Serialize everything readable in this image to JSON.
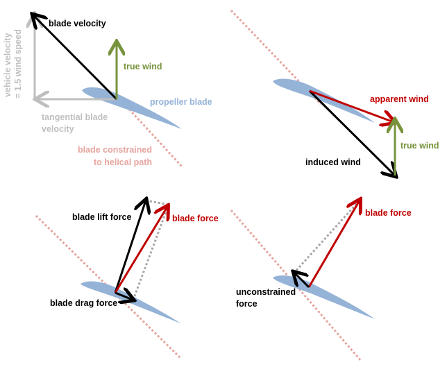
{
  "colors": {
    "black": "#000000",
    "gray": "#bfbfbf",
    "green": "#77933c",
    "red": "#c00000",
    "blade_fill": "#95b3d7",
    "path_line": "#e6a5a0",
    "dotted": "#a6a6a6"
  },
  "panel1": {
    "blade_velocity": "blade velocity",
    "vehicle_velocity_line1": "vehicle velocity",
    "vehicle_velocity_line2": "= 1.5 wind speed",
    "true_wind": "true wind",
    "propeller_blade": "propeller blade",
    "tangential_line1": "tangential blade",
    "tangential_line2": "velocity",
    "constrained_line1": "blade constrained",
    "constrained_line2": "to helical path"
  },
  "panel2": {
    "apparent_wind": "apparent wind",
    "true_wind": "true wind",
    "induced_wind": "induced wind"
  },
  "panel3": {
    "blade_lift_force": "blade lift force",
    "blade_force": "blade force",
    "blade_drag_force": "blade drag force"
  },
  "panel4": {
    "blade_force": "blade force",
    "unconstrained_line1": "unconstrained",
    "unconstrained_line2": "force"
  }
}
